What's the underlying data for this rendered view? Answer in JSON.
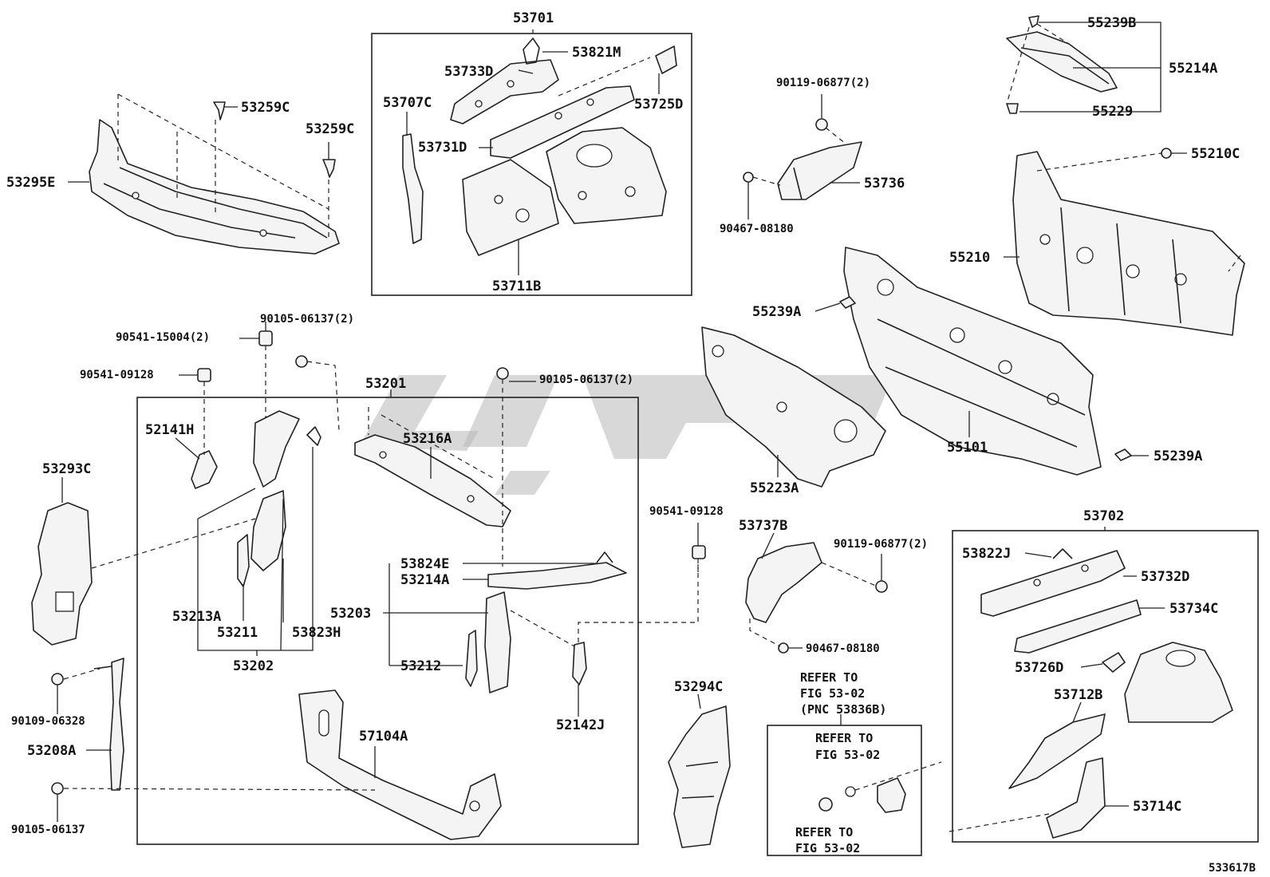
{
  "diagram_id": "533617B",
  "callouts": [
    {
      "id": "l53701",
      "label": "53701"
    },
    {
      "id": "l53821M",
      "label": "53821M"
    },
    {
      "id": "l53733D",
      "label": "53733D"
    },
    {
      "id": "l53725D",
      "label": "53725D"
    },
    {
      "id": "l53707C",
      "label": "53707C"
    },
    {
      "id": "l53731D",
      "label": "53731D"
    },
    {
      "id": "l53711B",
      "label": "53711B"
    },
    {
      "id": "l53259C_a",
      "label": "53259C"
    },
    {
      "id": "l53259C_b",
      "label": "53259C"
    },
    {
      "id": "l53295E",
      "label": "53295E"
    },
    {
      "id": "l90119_a",
      "label": "90119-06877(2)"
    },
    {
      "id": "l53736",
      "label": "53736"
    },
    {
      "id": "l90467_a",
      "label": "90467-08180"
    },
    {
      "id": "l55239B",
      "label": "55239B"
    },
    {
      "id": "l55214A",
      "label": "55214A"
    },
    {
      "id": "l55229",
      "label": "55229"
    },
    {
      "id": "l55210C",
      "label": "55210C"
    },
    {
      "id": "l55210",
      "label": "55210"
    },
    {
      "id": "l55239A_a",
      "label": "55239A"
    },
    {
      "id": "l55101",
      "label": "55101"
    },
    {
      "id": "l55239A_b",
      "label": "55239A"
    },
    {
      "id": "l55223A",
      "label": "55223A"
    },
    {
      "id": "l90105_a",
      "label": "90105-06137(2)"
    },
    {
      "id": "l90541_15004",
      "label": "90541-15004(2)"
    },
    {
      "id": "l90541_09128_a",
      "label": "90541-09128"
    },
    {
      "id": "l90105_b",
      "label": "90105-06137(2)"
    },
    {
      "id": "l53201",
      "label": "53201"
    },
    {
      "id": "l52141H",
      "label": "52141H"
    },
    {
      "id": "l53216A",
      "label": "53216A"
    },
    {
      "id": "l53293C",
      "label": "53293C"
    },
    {
      "id": "l53824E",
      "label": "53824E"
    },
    {
      "id": "l53214A",
      "label": "53214A"
    },
    {
      "id": "l53203",
      "label": "53203"
    },
    {
      "id": "l53213A",
      "label": "53213A"
    },
    {
      "id": "l53211",
      "label": "53211"
    },
    {
      "id": "l53823H",
      "label": "53823H"
    },
    {
      "id": "l53202",
      "label": "53202"
    },
    {
      "id": "l53212",
      "label": "53212"
    },
    {
      "id": "l52142J",
      "label": "52142J"
    },
    {
      "id": "l57104A",
      "label": "57104A"
    },
    {
      "id": "l90109",
      "label": "90109-06328"
    },
    {
      "id": "l53208A",
      "label": "53208A"
    },
    {
      "id": "l90105_c",
      "label": "90105-06137"
    },
    {
      "id": "l90541_09128_b",
      "label": "90541-09128"
    },
    {
      "id": "l53737B",
      "label": "53737B"
    },
    {
      "id": "l90119_b",
      "label": "90119-06877(2)"
    },
    {
      "id": "l90467_b",
      "label": "90467-08180"
    },
    {
      "id": "l53294C",
      "label": "53294C"
    },
    {
      "id": "l53702",
      "label": "53702"
    },
    {
      "id": "l53822J",
      "label": "53822J"
    },
    {
      "id": "l53732D",
      "label": "53732D"
    },
    {
      "id": "l53734C",
      "label": "53734C"
    },
    {
      "id": "l53726D",
      "label": "53726D"
    },
    {
      "id": "l53712B",
      "label": "53712B"
    },
    {
      "id": "l53714C",
      "label": "53714C"
    }
  ],
  "notes": [
    {
      "id": "note1_l1",
      "text": "REFER TO"
    },
    {
      "id": "note1_l2",
      "text": "FIG 53-02"
    },
    {
      "id": "note1_l3",
      "text": "(PNC 53836B)"
    },
    {
      "id": "note2_l1",
      "text": "REFER TO"
    },
    {
      "id": "note2_l2",
      "text": "FIG 53-02"
    },
    {
      "id": "note3_l1",
      "text": "REFER TO"
    },
    {
      "id": "note3_l2",
      "text": "FIG 53-02"
    }
  ]
}
